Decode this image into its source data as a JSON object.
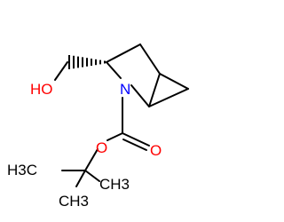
{
  "structure": {
    "atom_labels": {
      "hydroxyl": "HO",
      "ring_nitrogen": "N",
      "ether_oxygen": "O",
      "carbonyl_oxygen": "O",
      "methyl_left": "H3C",
      "methyl_top": "CH3",
      "methyl_right": "CH3"
    },
    "colors": {
      "bond": "#000000",
      "oxygen": "#ff0000",
      "nitrogen": "#0000ff",
      "carbon_text": "#000000"
    }
  }
}
